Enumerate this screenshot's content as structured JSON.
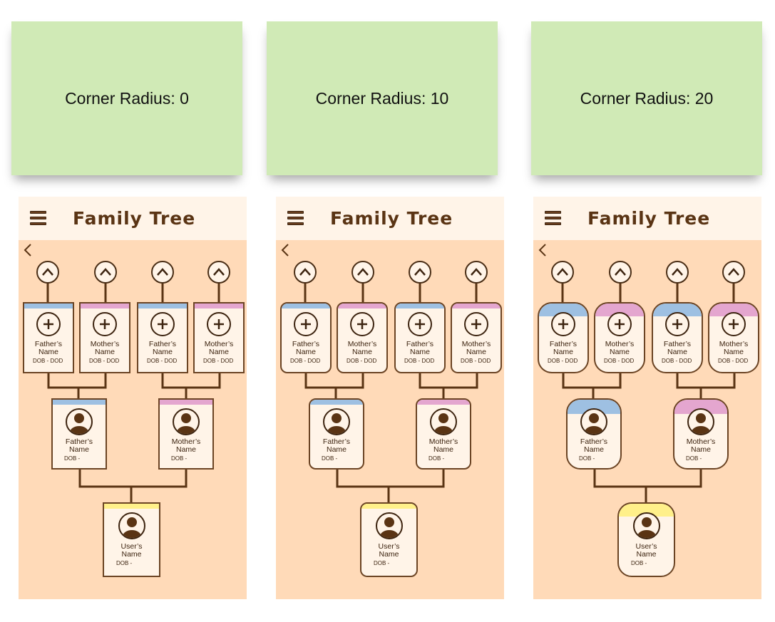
{
  "variants": [
    {
      "label": "Corner Radius: 0",
      "radius": 0
    },
    {
      "label": "Corner Radius: 10",
      "radius": 10
    },
    {
      "label": "Corner Radius: 20",
      "radius": 20
    }
  ],
  "app": {
    "title": "Family Tree"
  },
  "icons": {
    "menu": "hamburger-menu-icon",
    "back": "chevron-left-icon",
    "expand": "chevron-up-icon",
    "add": "plus-circle-icon",
    "person": "person-avatar-icon"
  },
  "colors": {
    "label_bg": "#d0eab6",
    "phone_bg": "#ffdab8",
    "appbar_bg": "#fff4e8",
    "card_bg": "#fff4e8",
    "line": "#5a3414",
    "father_band": "#9ec0e2",
    "mother_band": "#e4a6cf",
    "user_band": "#fff08a"
  },
  "tree": {
    "grandparents": [
      {
        "name": "Father’s\nName",
        "dob_dod": "DOB - DOD",
        "band": "blue"
      },
      {
        "name": "Mother’s\nName",
        "dob_dod": "DOB - DOD",
        "band": "pink"
      },
      {
        "name": "Father’s\nName",
        "dob_dod": "DOB - DOD",
        "band": "blue"
      },
      {
        "name": "Mother’s\nName",
        "dob_dod": "DOB - DOD",
        "band": "pink"
      }
    ],
    "parents": [
      {
        "name": "Father’s\nName",
        "dob": "DOB -",
        "band": "blue"
      },
      {
        "name": "Mother’s\nName",
        "dob": "DOB -",
        "band": "pink"
      }
    ],
    "user": {
      "name": "User’s\nName",
      "dob": "DOB -",
      "band": "yellow"
    }
  }
}
